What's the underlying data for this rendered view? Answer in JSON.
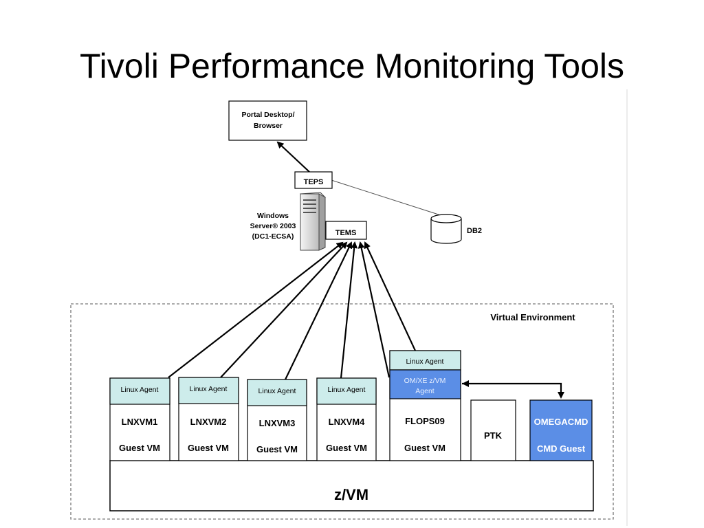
{
  "slide": {
    "title": "Tivoli Performance Monitoring Tools"
  },
  "diagram": {
    "portal": {
      "line1": "Portal Desktop/",
      "line2": "Browser"
    },
    "teps": "TEPS",
    "tems": "TEMS",
    "server": {
      "line1": "Windows",
      "line2": "Server® 2003",
      "line3": "(DC1-ECSA)"
    },
    "db2": "DB2",
    "virtual_environment": "Virtual Environment",
    "zvm": "z/VM",
    "guests": [
      {
        "agent": "Linux Agent",
        "name": "LNXVM1",
        "type": "Guest VM"
      },
      {
        "agent": "Linux Agent",
        "name": "LNXVM2",
        "type": "Guest VM"
      },
      {
        "agent": "Linux Agent",
        "name": "LNXVM3",
        "type": "Guest VM"
      },
      {
        "agent": "Linux Agent",
        "name": "LNXVM4",
        "type": "Guest VM"
      }
    ],
    "flops": {
      "agent_top": "Linux Agent",
      "agent_omxe_line1": "OM/XE z/VM",
      "agent_omxe_line2": "Agent",
      "name": "FLOPS09",
      "type": "Guest VM"
    },
    "ptk": "PTK",
    "omegacmd": {
      "name": "OMEGACMD",
      "type": "CMD Guest"
    },
    "colors": {
      "agent_fill": "#cdeceb",
      "omxe_fill": "#5b8ee6",
      "omegacmd_fill": "#5b8ee6"
    }
  }
}
